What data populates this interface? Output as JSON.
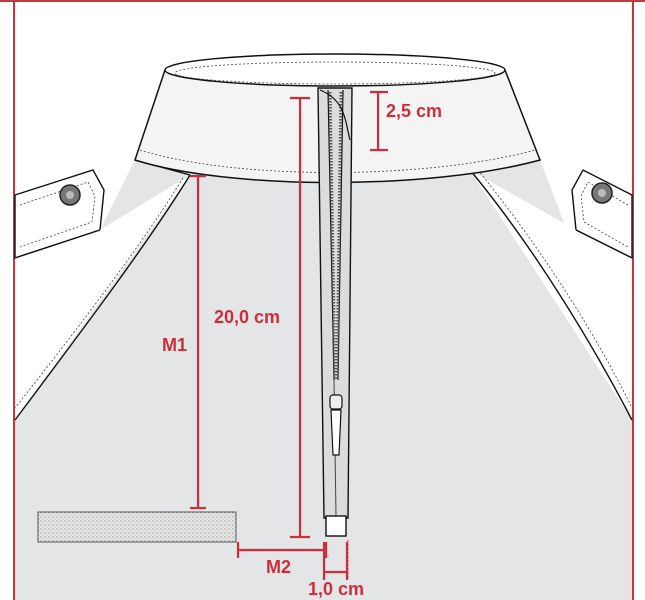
{
  "colors": {
    "frame": "#c8363b",
    "dimension": "#cc2f3a",
    "garment_fill": "#e3e5e7",
    "collar_fill": "#f4f4f4",
    "outline": "#111111",
    "velcro": "#d8d8d8"
  },
  "measurements": {
    "collar_height": "2,5 cm",
    "zipper_length": "20,0 cm",
    "m1": "M1",
    "m2": "M2",
    "zipper_width": "1,0 cm"
  }
}
